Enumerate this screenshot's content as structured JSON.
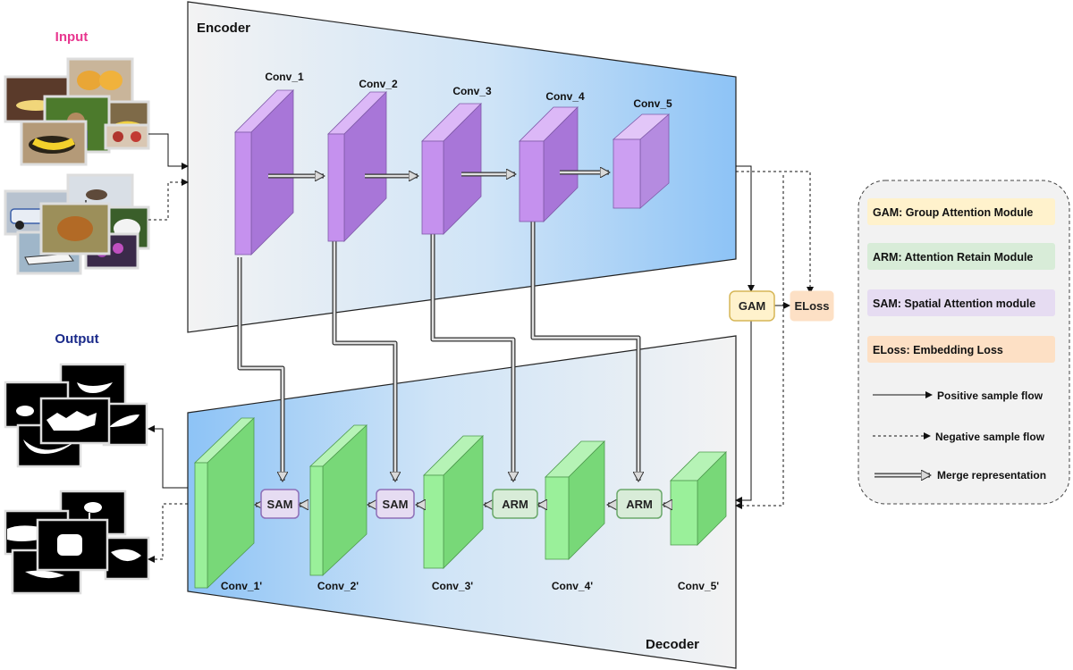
{
  "input_title": "Input",
  "output_title": "Output",
  "encoder_title": "Encoder",
  "decoder_title": "Decoder",
  "encoder_layers": [
    "Conv_1",
    "Conv_2",
    "Conv_3",
    "Conv_4",
    "Conv_5"
  ],
  "decoder_layers": [
    "Conv_1'",
    "Conv_2'",
    "Conv_3'",
    "Conv_4'",
    "Conv_5'"
  ],
  "modules": {
    "gam": "GAM",
    "eloss": "ELoss",
    "sam_1": "SAM",
    "sam_2": "SAM",
    "arm_1": "ARM",
    "arm_2": "ARM"
  },
  "legend": {
    "gam": "GAM:  Group Attention Module",
    "arm": "ARM:  Attention Retain Module",
    "sam": "SAM:  Spatial Attention module",
    "eloss": "ELoss:  Embedding Loss",
    "positive": "Positive sample flow",
    "negative": "Negative sample flow",
    "merge": "Merge representation"
  },
  "colors": {
    "input_title": "#e8368f",
    "output_title": "#1a2a8a",
    "encoder_conv": "#c591ee",
    "decoder_conv": "#8ee88e",
    "gam_fill": "#fff2cc",
    "eloss_fill": "#fde0c5",
    "sam_fill": "#e6dcf2",
    "arm_fill": "#d8ecd8",
    "panel_blue": "#8fc4f7",
    "panel_grey": "#f2f2f2"
  }
}
